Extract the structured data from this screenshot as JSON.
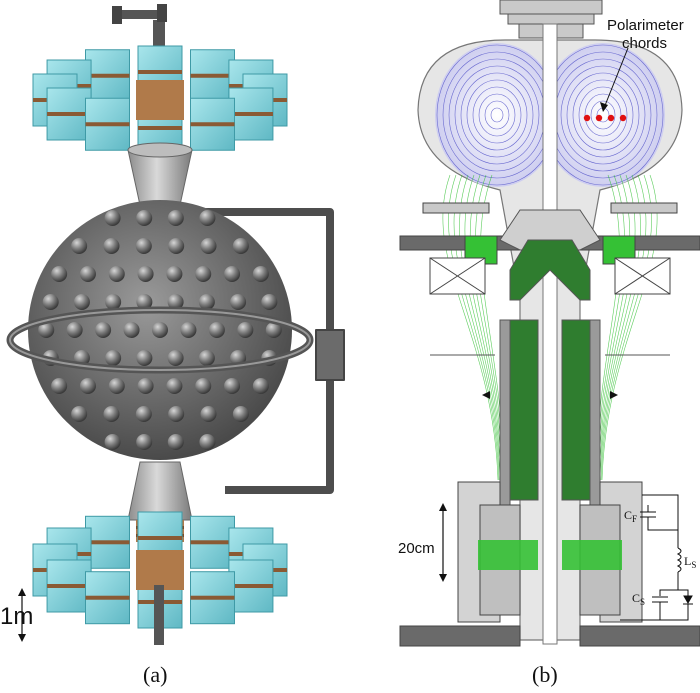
{
  "panels": [
    {
      "caption": "(a)",
      "scale_label": "1m"
    },
    {
      "caption": "(b)",
      "scale_label": "20cm",
      "annotation": {
        "line1": "Polarimeter",
        "line2": "chords"
      },
      "circuit": {
        "cf": "C",
        "cf_sub": "F",
        "ls": "L",
        "ls_sub": "S",
        "cs": "C",
        "cs_sub": "S"
      }
    }
  ],
  "colors": {
    "magnet": "#7fd3dc",
    "magnet_dark": "#3f9aa6",
    "copper": "#b07a4a",
    "steel": "#8a8a8a",
    "vessel_fill": "#d8d8d8",
    "flux_blue": "#6a6ad0",
    "flux_green": "#35c135",
    "polarimeter_dot": "#e01010"
  },
  "icons": [
    "pipe-icon",
    "magnet-coil-icon",
    "sphere-vessel-icon",
    "inductor-icon",
    "diode-icon",
    "capacitor-icon"
  ]
}
